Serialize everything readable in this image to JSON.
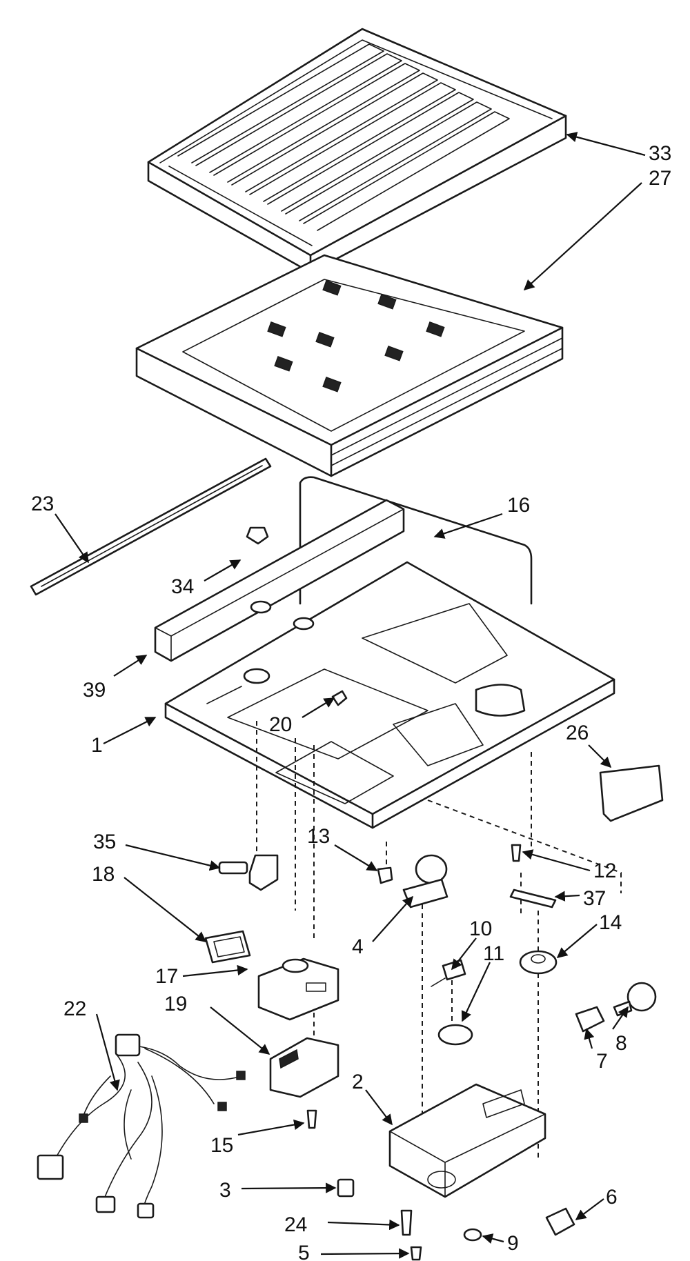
{
  "callouts": {
    "c1": "1",
    "c2": "2",
    "c3": "3",
    "c4": "4",
    "c5": "5",
    "c6": "6",
    "c7": "7",
    "c8": "8",
    "c9": "9",
    "c10": "10",
    "c11": "11",
    "c12": "12",
    "c13": "13",
    "c14": "14",
    "c15": "15",
    "c16": "16",
    "c17": "17",
    "c18": "18",
    "c19": "19",
    "c20": "20",
    "c22": "22",
    "c23": "23",
    "c24": "24",
    "c26": "26",
    "c27": "27",
    "c33": "33",
    "c34": "34",
    "c35": "35",
    "c37": "37",
    "c39": "39"
  }
}
